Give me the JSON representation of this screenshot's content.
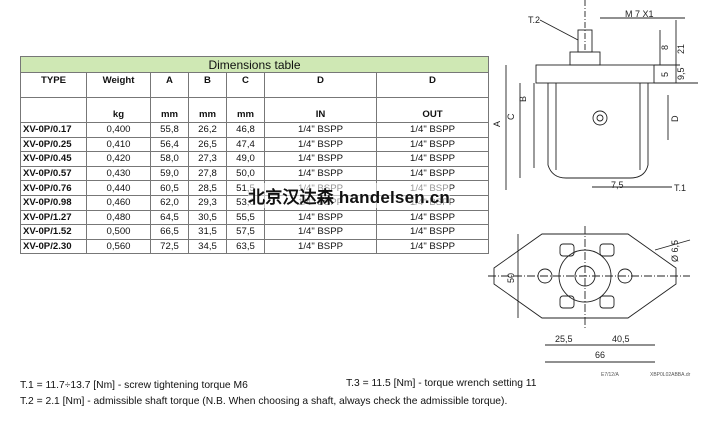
{
  "table": {
    "title": "Dimensions table",
    "headers": [
      "TYPE",
      "Weight",
      "A",
      "B",
      "C",
      "D",
      "D"
    ],
    "units": [
      "",
      "kg",
      "mm",
      "mm",
      "mm",
      "IN",
      "OUT"
    ],
    "rows": [
      [
        "XV-0P/0.17",
        "0,400",
        "55,8",
        "26,2",
        "46,8",
        "1/4\" BSPP",
        "1/4\" BSPP"
      ],
      [
        "XV-0P/0.25",
        "0,410",
        "56,4",
        "26,5",
        "47,4",
        "1/4\" BSPP",
        "1/4\" BSPP"
      ],
      [
        "XV-0P/0.45",
        "0,420",
        "58,0",
        "27,3",
        "49,0",
        "1/4\" BSPP",
        "1/4\" BSPP"
      ],
      [
        "XV-0P/0.57",
        "0,430",
        "59,0",
        "27,8",
        "50,0",
        "1/4\" BSPP",
        "1/4\" BSPP"
      ],
      [
        "XV-0P/0.76",
        "0,440",
        "60,5",
        "28,5",
        "51,5",
        "1/4\" BSPP",
        "1/4\" BSPP"
      ],
      [
        "XV-0P/0.98",
        "0,460",
        "62,0",
        "29,3",
        "53,0",
        "1/4\" BSPP",
        "1/4\" BSPP"
      ],
      [
        "XV-0P/1.27",
        "0,480",
        "64,5",
        "30,5",
        "55,5",
        "1/4\" BSPP",
        "1/4\" BSPP"
      ],
      [
        "XV-0P/1.52",
        "0,500",
        "66,5",
        "31,5",
        "57,5",
        "1/4\" BSPP",
        "1/4\" BSPP"
      ],
      [
        "XV-0P/2.30",
        "0,560",
        "72,5",
        "34,5",
        "63,5",
        "1/4\" BSPP",
        "1/4\" BSPP"
      ]
    ]
  },
  "watermark": "北京汉达森 handelsen.cn",
  "drawing": {
    "t2": "T.2",
    "thread": "M 7 X1",
    "dim_8": "8",
    "dim_21": "21",
    "dim_5": "5",
    "dim_9_5": "9,5",
    "label_a": "A",
    "label_b": "B",
    "label_c": "C",
    "label_d": "D",
    "dim_7_5": "7,5",
    "t1": "T.1",
    "dim_50": "50",
    "dim_hole": "Ø 6,5",
    "dim_25_5": "25,5",
    "dim_40_5": "40,5",
    "dim_66": "66",
    "code_left": "E7/12/A",
    "code_right": "XBP0L02ABBA.dr"
  },
  "notes": {
    "t1": "T.1 = 11.7÷13.7 [Nm] - screw tightening torque M6",
    "t3": "T.3 = 11.5 [Nm] - torque wrench setting 11",
    "t2": "T.2 = 2.1 [Nm] - admissible shaft torque (N.B. When choosing a shaft, always check the admissible torque)."
  }
}
